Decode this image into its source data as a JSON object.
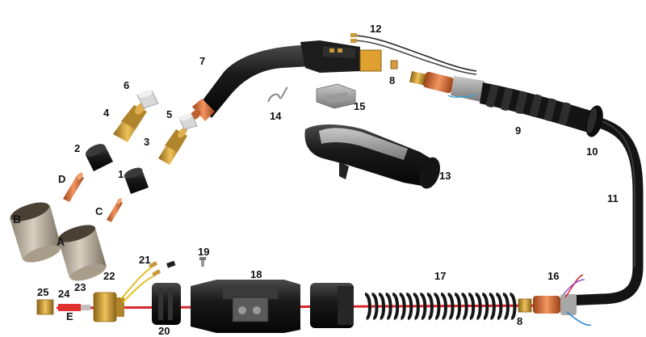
{
  "labels": {
    "1": "1",
    "2": "2",
    "3": "3",
    "4": "4",
    "5": "5",
    "6": "6",
    "7": "7",
    "8a": "8",
    "8b": "8",
    "9": "9",
    "10": "10",
    "11": "11",
    "12": "12",
    "13": "13",
    "14": "14",
    "15": "15",
    "16": "16",
    "17": "17",
    "18": "18",
    "19": "19",
    "20": "20",
    "21": "21",
    "22": "22",
    "23": "23",
    "24": "24",
    "25": "25",
    "A": "A",
    "B": "B",
    "C": "C",
    "D": "D",
    "E": "E"
  },
  "colors": {
    "black_part": "#1c1c1c",
    "grey_part": "#8a8a8a",
    "copper": "#d5703a",
    "brass": "#c99a3a",
    "red_liner": "#d8262a",
    "nozzle": "#b9ad9c",
    "cable": "#151515"
  }
}
